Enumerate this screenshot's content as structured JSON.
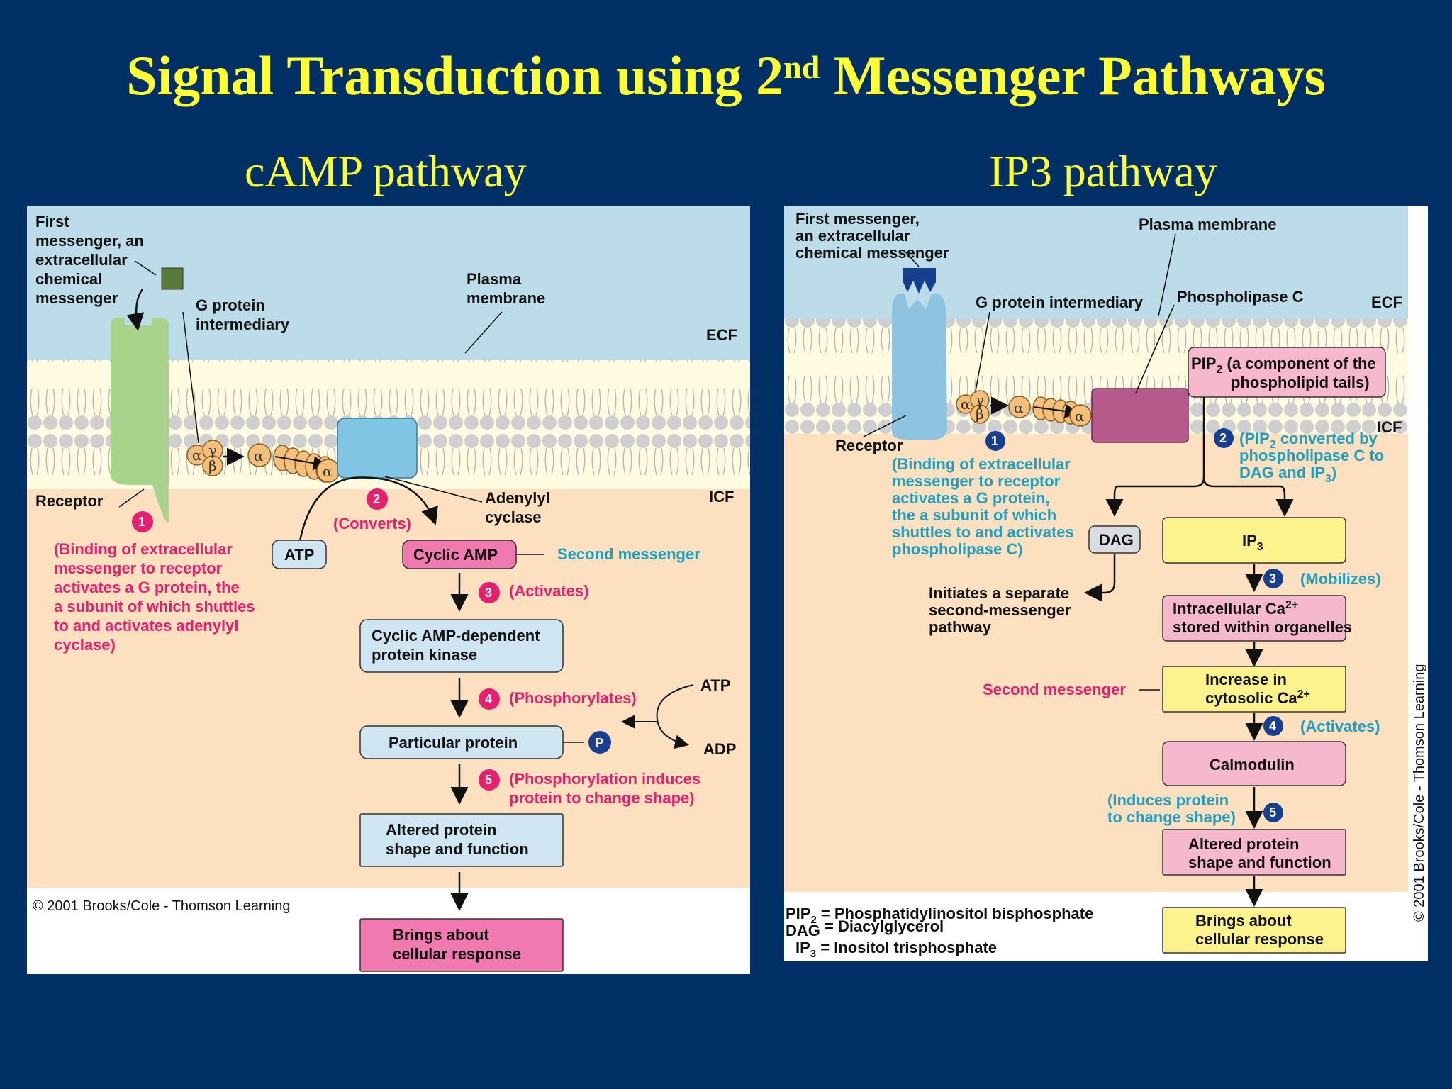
{
  "title": {
    "main_a": "Signal Transduction using 2",
    "sup": "nd",
    "main_b": " Messenger Pathways"
  },
  "left": {
    "heading": "cAMP pathway",
    "first_messenger": [
      "First",
      "messenger, an",
      "extracellular",
      "chemical",
      "messenger"
    ],
    "g_protein": [
      "G protein",
      "intermediary"
    ],
    "plasma_membrane": [
      "Plasma",
      "membrane"
    ],
    "ecf": "ECF",
    "icf": "ICF",
    "receptor": "Receptor",
    "adenylyl": [
      "Adenylyl",
      "cyclase"
    ],
    "step1_text": [
      "(Binding of extracellular",
      "messenger to receptor",
      "activates a G protein, the",
      "a subunit of which shuttles",
      "to and activates adenylyl",
      "cyclase)"
    ],
    "step2_text": "(Converts)",
    "atp": "ATP",
    "cyclic_amp": "Cyclic AMP",
    "second_messenger": "Second messenger",
    "step3_text": "(Activates)",
    "kinase": [
      "Cyclic AMP-dependent",
      "protein kinase"
    ],
    "step4_text": "(Phosphorylates)",
    "atp2": "ATP",
    "adp": "ADP",
    "particular": "Particular protein",
    "p": "P",
    "step5_text": [
      "(Phosphorylation induces",
      "protein to change shape)"
    ],
    "altered": [
      "Altered protein",
      "shape and function"
    ],
    "copyright": "© 2001 Brooks/Cole - Thomson Learning",
    "brings": [
      "Brings about",
      "cellular response"
    ],
    "n1": "1",
    "n2": "2",
    "n3": "3",
    "n4": "4",
    "n5": "5",
    "alpha": "α",
    "beta": "β",
    "gamma": "γ"
  },
  "right": {
    "heading": "IP3 pathway",
    "first_messenger": [
      "First messenger,",
      "an extracellular",
      "chemical messenger"
    ],
    "plasma_membrane": "Plasma membrane",
    "g_protein": "G protein intermediary",
    "phospholipase": "Phospholipase C",
    "ecf": "ECF",
    "icf": "ICF",
    "pip2": [
      "PIP",
      "2",
      " (a component of the",
      "phospholipid tails)"
    ],
    "receptor": "Receptor",
    "step1_text": [
      "(Binding of extracellular",
      "messenger to receptor",
      "activates a G protein,",
      "the a subunit of which",
      "shuttles to and activates",
      "phospholipase C)"
    ],
    "step2_text": [
      "(PIP",
      "2",
      " converted by",
      "phospholipase C to",
      "DAG and IP",
      "3",
      ")"
    ],
    "dag": "DAG",
    "ip3": [
      "IP",
      "3"
    ],
    "initiates": [
      "Initiates a separate",
      "second-messenger",
      "pathway"
    ],
    "step3_text": "(Mobilizes)",
    "intracellular": [
      "Intracellular Ca",
      "2+",
      "stored within organelles"
    ],
    "second_messenger": "Second messenger",
    "increase": [
      "Increase in",
      "cytosolic Ca",
      "2+"
    ],
    "step4_text": "(Activates)",
    "calmodulin": "Calmodulin",
    "step5_text": [
      "(Induces protein",
      "to change shape)"
    ],
    "altered": [
      "Altered protein",
      "shape and function"
    ],
    "brings": [
      "Brings about",
      "cellular response"
    ],
    "legend": [
      {
        "a": "PIP",
        "sub": "2",
        "b": " = Phosphatidylinositol bisphosphate"
      },
      {
        "a": "DAG",
        "sub": "",
        "b": " = Diacylglycerol"
      },
      {
        "a": "IP",
        "sub": "3",
        "b": " = Inositol trisphosphate"
      }
    ],
    "copyright": "© 2001 Brooks/Cole - Thomson Learning",
    "n1": "1",
    "n2": "2",
    "n3": "3",
    "n4": "4",
    "n5": "5",
    "alpha": "α",
    "beta": "β",
    "gamma": "γ"
  },
  "colors": {
    "background": "#003066",
    "title": "#ffff33",
    "ecf": "#bcdce9",
    "icf": "#fce0bf",
    "pink_text": "#e6206e",
    "teal_text": "#1e9fc0",
    "box_blue": "#cfe6f2",
    "box_pink": "#f5b8cc",
    "box_yellow": "#fcf38c"
  }
}
